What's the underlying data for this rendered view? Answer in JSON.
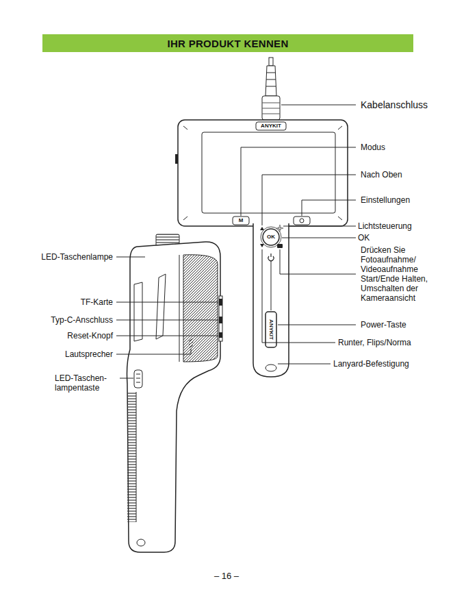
{
  "diagram": {
    "title": "IHR PRODUKT KENNEN",
    "labels": [
      "Kabelanschluss",
      "Modus",
      "Nach Oben",
      "Einstellungen",
      "Lichtsteuerung",
      "OK",
      "Drücken Sie Fotoaufnahme/ Videoaufnahme Start/Ende Halten, Umschalten der Kameraansicht",
      "Power-Taste",
      "Runter, Flips/Norma",
      "Lanyard-Befestigung",
      "LED-Taschenlampe",
      "TF-Karte",
      "Typ-C-Anschluss",
      "Reset-Knopf",
      "Lautsprecher",
      "LED-Taschen- lampentaste",
      "ANYKIT",
      "ANYKIT",
      "M",
      "OK",
      "– 16 –"
    ]
  }
}
